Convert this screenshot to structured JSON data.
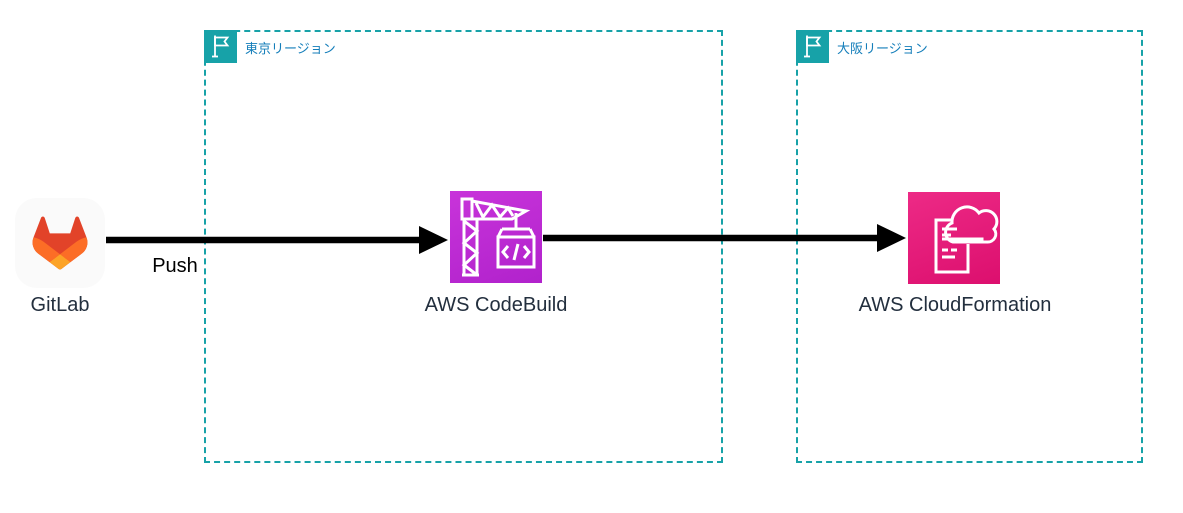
{
  "diagram": {
    "regions": [
      {
        "id": "tokyo",
        "label": "東京リージョン",
        "border_color": "#17A2A8",
        "label_color": "#147EBA",
        "icon": "region-flag-icon"
      },
      {
        "id": "osaka",
        "label": "大阪リージョン",
        "border_color": "#17A2A8",
        "label_color": "#147EBA",
        "icon": "region-flag-icon"
      }
    ],
    "nodes": [
      {
        "id": "gitlab",
        "label": "GitLab",
        "icon": "gitlab-tanuki-icon",
        "colors": {
          "card_bg": "#FAFAFA",
          "dark_orange": "#E24329",
          "orange": "#FC6D26",
          "yellow": "#FCA326"
        }
      },
      {
        "id": "codebuild",
        "label": "AWS CodeBuild",
        "icon": "codebuild-crane-icon",
        "region": "tokyo",
        "color": "#BD2BD4"
      },
      {
        "id": "cloudformation",
        "label": "AWS CloudFormation",
        "icon": "cloudformation-document-cloud-icon",
        "region": "osaka",
        "color": "#E7157B"
      }
    ],
    "edges": [
      {
        "from": "gitlab",
        "to": "codebuild",
        "label": "Push",
        "color": "#000000"
      },
      {
        "from": "codebuild",
        "to": "cloudformation",
        "label": "",
        "color": "#000000"
      }
    ],
    "node_label_color": "#232F3E"
  }
}
